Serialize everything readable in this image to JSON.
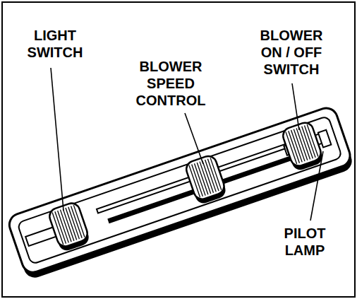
{
  "diagram": {
    "labels": [
      "LIGHT SWITCH",
      "BLOWER SPEED CONTROL",
      "BLOWER ON / OFF SWITCH",
      "PILOT LAMP"
    ]
  }
}
